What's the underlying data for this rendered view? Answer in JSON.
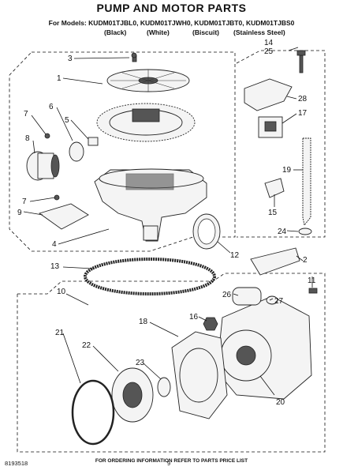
{
  "header": {
    "title": "PUMP AND MOTOR PARTS",
    "models": "For Models: KUDM01TJBL0, KUDM01TJWH0, KUDM01TJBT0, KUDM01TJBS0",
    "colors": [
      "(Black)",
      "(White)",
      "(Biscuit)",
      "(Stainless Steel)"
    ]
  },
  "callouts": [
    "1",
    "2",
    "3",
    "4",
    "5",
    "6",
    "7",
    "7",
    "8",
    "9",
    "10",
    "11",
    "12",
    "13",
    "14",
    "15",
    "16",
    "17",
    "18",
    "19",
    "20",
    "21",
    "22",
    "23",
    "24",
    "25",
    "26",
    "27",
    "28"
  ],
  "footer": {
    "ordering": "FOR ORDERING INFORMATION REFER TO PARTS PRICE LIST",
    "doc_number": "8193518",
    "page_number": "9"
  }
}
